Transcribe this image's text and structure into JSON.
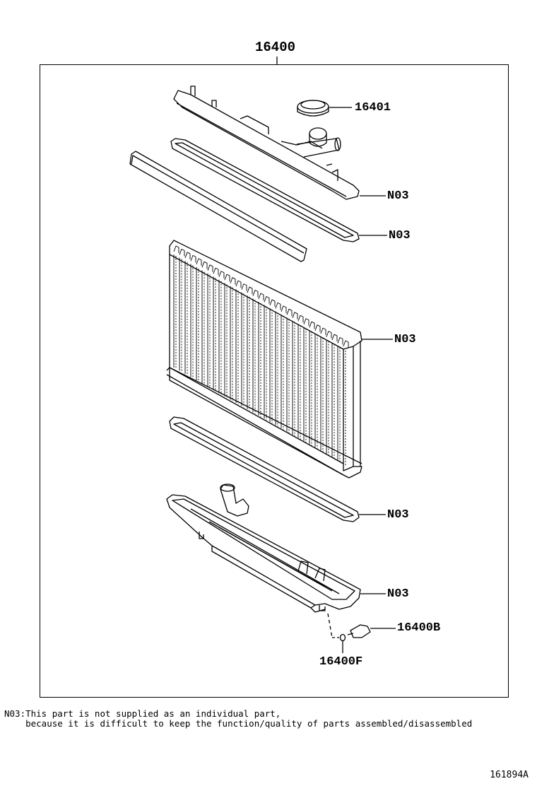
{
  "title": "16400",
  "callouts": {
    "cap": "16401",
    "n03_upper_tank": "N03",
    "n03_upper_gasket": "N03",
    "n03_core": "N03",
    "n03_lower_gasket": "N03",
    "n03_lower_tank": "N03",
    "drain_cock": "16400B",
    "drain_plug": "16400F"
  },
  "note_line1": "N03:This part is not supplied as an individual part,",
  "note_line2": "    because it is difficult to keep the function/quality of parts assembled/disassembled",
  "figure_id": "161894A"
}
